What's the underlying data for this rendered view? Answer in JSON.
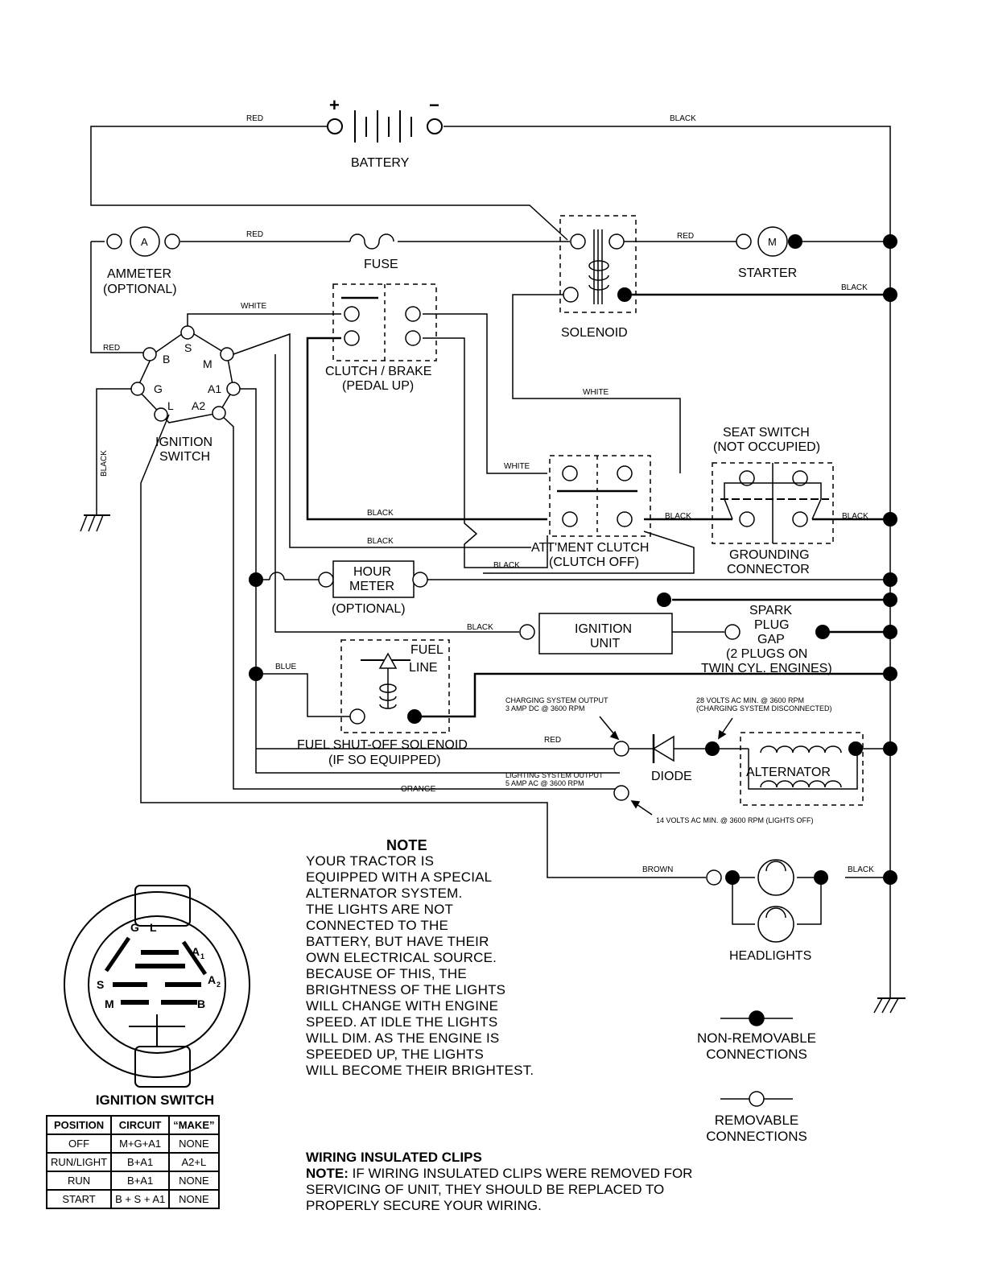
{
  "wires": {
    "red": "RED",
    "black": "BLACK",
    "white": "WHITE",
    "blue": "BLUE",
    "orange": "ORANGE",
    "brown": "BROWN"
  },
  "components": {
    "battery": "BATTERY",
    "ammeter_a": "A",
    "ammeter_1": "AMMETER",
    "ammeter_2": "(OPTIONAL)",
    "fuse": "FUSE",
    "solenoid": "SOLENOID",
    "starter_m": "M",
    "starter": "STARTER",
    "clutch_brake_1": "CLUTCH / BRAKE",
    "clutch_brake_2": "(PEDAL UP)",
    "ignition_1": "IGNITION",
    "ignition_2": "SWITCH",
    "seat_1": "SEAT SWITCH",
    "seat_2": "(NOT OCCUPIED)",
    "attment_1": "ATT'MENT CLUTCH",
    "attment_2": "(CLUTCH OFF)",
    "grounding_1": "GROUNDING",
    "grounding_2": "CONNECTOR",
    "hour_1": "HOUR",
    "hour_2": "METER",
    "hour_3": "(OPTIONAL)",
    "ign_unit_1": "IGNITION",
    "ign_unit_2": "UNIT",
    "spark_1": "SPARK",
    "spark_2": "PLUG",
    "spark_3": "GAP",
    "spark_4": "(2 PLUGS ON",
    "spark_5": "TWIN CYL. ENGINES)",
    "fuel_1": "FUEL",
    "fuel_2": "LINE",
    "fuel_sol_1": "FUEL SHUT-OFF SOLENOID",
    "fuel_sol_2": "(IF SO EQUIPPED)",
    "charging_1": "CHARGING SYSTEM OUTPUT",
    "charging_2": "3 AMP DC @ 3600 RPM",
    "volts28_1": "28 VOLTS AC MIN. @ 3600 RPM",
    "volts28_2": "(CHARGING SYSTEM DISCONNECTED)",
    "lighting_1": "LIGHTING SYSTEM OUTPUT",
    "lighting_2": "5 AMP AC @ 3600 RPM",
    "diode": "DIODE",
    "alternator": "ALTERNATOR",
    "volts14": "14 VOLTS AC MIN. @ 3600 RPM (LIGHTS OFF)",
    "headlights": "HEADLIGHTS",
    "terminal_b": "B",
    "terminal_s": "S",
    "terminal_m": "M",
    "terminal_g": "G",
    "terminal_a1": "A1",
    "terminal_l": "L",
    "terminal_a2": "A2",
    "plus": "+",
    "minus": "−"
  },
  "switch_face": {
    "g": "G",
    "l": "L",
    "a1": "A",
    "a1_sub": "1",
    "a2": "A",
    "a2_sub": "2",
    "s": "S",
    "m": "M",
    "b": "B"
  },
  "note": {
    "title": "NOTE",
    "lines": [
      "YOUR TRACTOR IS",
      "EQUIPPED WITH A SPECIAL",
      "ALTERNATOR SYSTEM.",
      "THE LIGHTS ARE NOT",
      "CONNECTED TO THE",
      "BATTERY, BUT HAVE THEIR",
      "OWN ELECTRICAL SOURCE.",
      "BECAUSE OF THIS, THE",
      "BRIGHTNESS OF THE LIGHTS",
      "WILL CHANGE WITH ENGINE",
      "SPEED.  AT IDLE THE LIGHTS",
      "WILL DIM.  AS THE ENGINE IS",
      "SPEEDED UP, THE LIGHTS",
      "WILL BECOME THEIR BRIGHTEST."
    ]
  },
  "legend": {
    "nonremovable_1": "NON-REMOVABLE",
    "nonremovable_2": "CONNECTIONS",
    "removable_1": "REMOVABLE",
    "removable_2": "CONNECTIONS"
  },
  "clips": {
    "title": "WIRING INSULATED CLIPS",
    "note_head": "NOTE:",
    "lines": [
      "IF WIRING INSULATED CLIPS WERE REMOVED FOR",
      "SERVICING OF UNIT, THEY SHOULD BE REPLACED TO",
      "PROPERLY SECURE YOUR WIRING."
    ]
  },
  "ignition_table": {
    "title": "IGNITION SWITCH",
    "headers": [
      "POSITION",
      "CIRCUIT",
      "“MAKE”"
    ],
    "rows": [
      [
        "OFF",
        "M+G+A1",
        "NONE"
      ],
      [
        "RUN/LIGHT",
        "B+A1",
        "A2+L"
      ],
      [
        "RUN",
        "B+A1",
        "NONE"
      ],
      [
        "START",
        "B + S + A1",
        "NONE"
      ]
    ]
  }
}
